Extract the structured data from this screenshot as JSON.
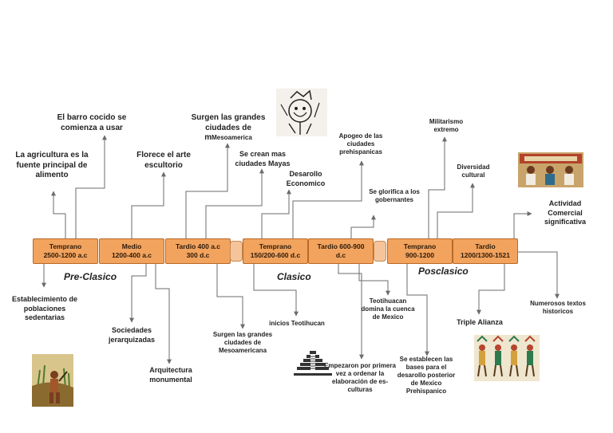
{
  "timeline": {
    "periods": [
      {
        "line1": "Temprano",
        "line2": "2500-1200 a.c"
      },
      {
        "line1": "Medio",
        "line2": "1200-400 a.c"
      },
      {
        "line1": "Tardio 400 a.c",
        "line2": "300 d.c"
      },
      {
        "line1": "Temprano",
        "line2": "150/200-600 d.c"
      },
      {
        "line1": "Tardio 600-900",
        "line2": "d.c"
      },
      {
        "line1": "Temprano",
        "line2": "900-1200"
      },
      {
        "line1": "Tardio",
        "line2": "1200/1300-1521"
      }
    ],
    "eras": {
      "preclasico": "Pre-Clasico",
      "clasico": "Clasico",
      "posclasico": "Posclasico"
    }
  },
  "labels": {
    "barro": "El barro  cocido se comienza a usar",
    "agricultura": "La agricultura es la fuente principal de alimento",
    "florece": "Florece el arte escultorio",
    "surgen_top_a": "Surgen las grandes ciudades de m",
    "surgen_top_b": "Mesoamerica",
    "mayas": "Se crean mas ciudades Mayas",
    "desarollo": "Desarollo Economico",
    "apogeo": "Apogeo de las ciudades prehispanicas",
    "glorifica": "Se glorifica a los gobernantes",
    "militarismo": "Militarismo extremo",
    "diversidad": "Diversidad cultural",
    "actividad": "Actividad Comercial significativa",
    "establecimiento": "Establecimiento de poblaciones sedentarias",
    "sociedades": "Sociedades jerarquizadas",
    "arquitectura": "Arquitectura monumental",
    "surgen_bottom": "Surgen las grandes ciudades de Mesoamericana",
    "inicios": "inicios Teotihucan",
    "empezaron": "Empezaron por primera vez a ordenar la elaboración de es-culturas",
    "teotihuacan": "Teotihuacan domina la cuenca de Mexico",
    "bases": "Se establecen las bases  para el desarollo posterior de Mexico Prehispanico",
    "triple": "Triple Alianza",
    "numerosos": "Numerosos textos historicos"
  },
  "images": [
    "aztec-warrior-sketch",
    "maya-mural",
    "farming-scene",
    "pyramid-icon",
    "codex-figures"
  ],
  "colors": {
    "box": "#f2a35e",
    "box_border": "#b96a27",
    "line": "#6b6b6b"
  }
}
